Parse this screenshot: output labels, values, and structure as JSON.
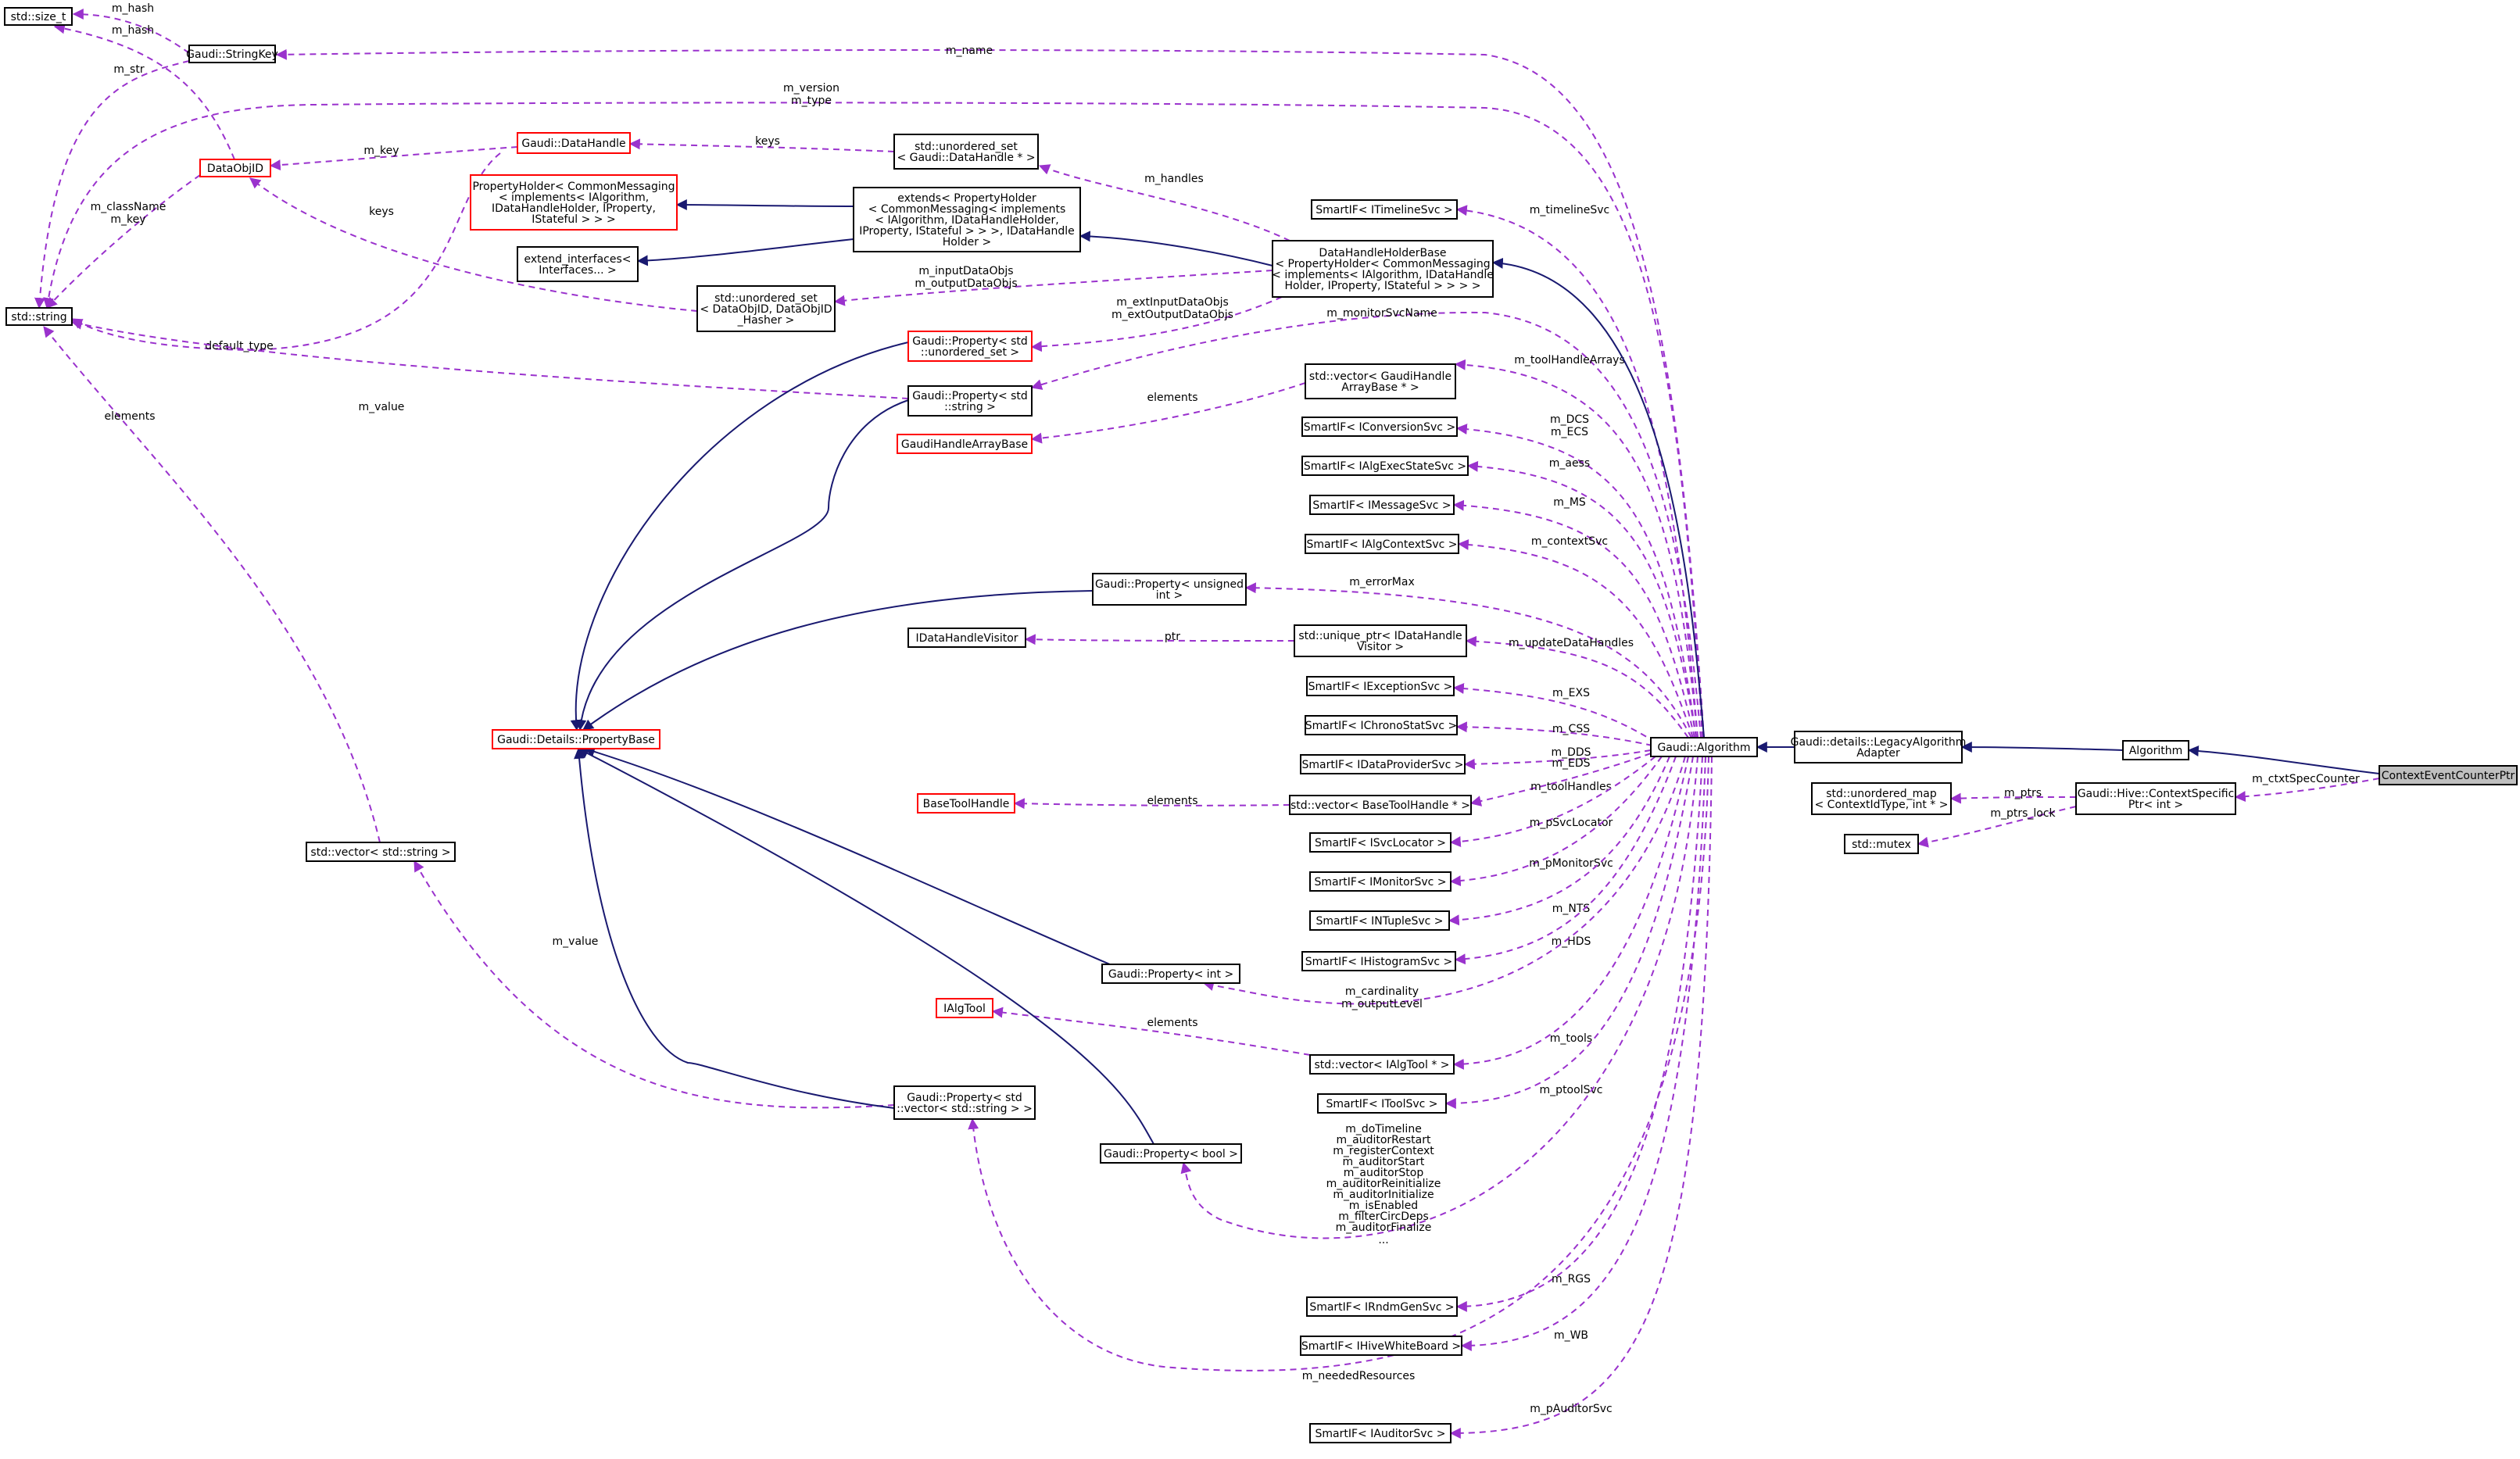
{
  "nodes": {
    "size_t": {
      "lines": [
        "std::size_t"
      ],
      "red": false
    },
    "stringkey": {
      "lines": [
        "Gaudi::StringKey"
      ],
      "red": false
    },
    "dataobjid": {
      "lines": [
        "DataObjID"
      ],
      "red": true
    },
    "string": {
      "lines": [
        "std::string"
      ],
      "red": false
    },
    "datahandle": {
      "lines": [
        "Gaudi::DataHandle"
      ],
      "red": true
    },
    "uset_dh": {
      "lines": [
        "std::unordered_set",
        "< Gaudi::DataHandle * >"
      ],
      "red": false
    },
    "propholder": {
      "lines": [
        "PropertyHolder< CommonMessaging",
        "< implements< IAlgorithm,",
        "IDataHandleHolder, IProperty,",
        "IStateful > > >"
      ],
      "red": true
    },
    "extends": {
      "lines": [
        "extends< PropertyHolder",
        "< CommonMessaging< implements",
        "< IAlgorithm, IDataHandleHolder,",
        "IProperty, IStateful > > >, IDataHandle",
        "Holder >"
      ],
      "red": false
    },
    "extend_if": {
      "lines": [
        "extend_interfaces<",
        "Interfaces... >"
      ],
      "red": false
    },
    "uset_doid": {
      "lines": [
        "std::unordered_set",
        "< DataObjID, DataObjID",
        "_Hasher >"
      ],
      "red": false
    },
    "prop_uset": {
      "lines": [
        "Gaudi::Property< std",
        "::unordered_set >"
      ],
      "red": true
    },
    "prop_string": {
      "lines": [
        "Gaudi::Property< std",
        "::string >"
      ],
      "red": false
    },
    "gha_base": {
      "lines": [
        "GaudiHandleArrayBase"
      ],
      "red": true
    },
    "prop_uint": {
      "lines": [
        "Gaudi::Property< unsigned",
        "int >"
      ],
      "red": false
    },
    "idh_visitor": {
      "lines": [
        "IDataHandleVisitor"
      ],
      "red": false
    },
    "propbase": {
      "lines": [
        "Gaudi::Details::PropertyBase"
      ],
      "red": true
    },
    "basetoolhandle": {
      "lines": [
        "BaseToolHandle"
      ],
      "red": true
    },
    "vec_string": {
      "lines": [
        "std::vector< std::string >"
      ],
      "red": false
    },
    "ialgtool": {
      "lines": [
        "IAlgTool"
      ],
      "red": true
    },
    "prop_int": {
      "lines": [
        "Gaudi::Property< int >"
      ],
      "red": false
    },
    "prop_vecstr": {
      "lines": [
        "Gaudi::Property< std",
        "::vector< std::string > >"
      ],
      "red": false
    },
    "prop_bool": {
      "lines": [
        "Gaudi::Property< bool >"
      ],
      "red": false
    },
    "dhhb": {
      "lines": [
        "DataHandleHolderBase",
        "< PropertyHolder< CommonMessaging",
        "< implements< IAlgorithm, IDataHandle",
        "Holder, IProperty, IStateful > > > >"
      ],
      "red": false
    },
    "sif_timeline": {
      "lines": [
        "SmartIF< ITimelineSvc >"
      ],
      "red": false
    },
    "vec_gha": {
      "lines": [
        "std::vector< GaudiHandle",
        "ArrayBase * >"
      ],
      "red": false
    },
    "sif_conv": {
      "lines": [
        "SmartIF< IConversionSvc >"
      ],
      "red": false
    },
    "sif_aess": {
      "lines": [
        "SmartIF< IAlgExecStateSvc >"
      ],
      "red": false
    },
    "sif_msg": {
      "lines": [
        "SmartIF< IMessageSvc >"
      ],
      "red": false
    },
    "sif_algctx": {
      "lines": [
        "SmartIF< IAlgContextSvc >"
      ],
      "red": false
    },
    "uptr_visitor": {
      "lines": [
        "std::unique_ptr< IDataHandle",
        "Visitor >"
      ],
      "red": false
    },
    "sif_exc": {
      "lines": [
        "SmartIF< IExceptionSvc >"
      ],
      "red": false
    },
    "sif_chrono": {
      "lines": [
        "SmartIF< IChronoStatSvc >"
      ],
      "red": false
    },
    "sif_dp": {
      "lines": [
        "SmartIF< IDataProviderSvc >"
      ],
      "red": false
    },
    "vec_bth": {
      "lines": [
        "std::vector< BaseToolHandle * >"
      ],
      "red": false
    },
    "sif_svcloc": {
      "lines": [
        "SmartIF< ISvcLocator >"
      ],
      "red": false
    },
    "sif_mon": {
      "lines": [
        "SmartIF< IMonitorSvc >"
      ],
      "red": false
    },
    "sif_ntuple": {
      "lines": [
        "SmartIF< INTupleSvc >"
      ],
      "red": false
    },
    "sif_hist": {
      "lines": [
        "SmartIF< IHistogramSvc >"
      ],
      "red": false
    },
    "vec_ialgtool": {
      "lines": [
        "std::vector< IAlgTool * >"
      ],
      "red": false
    },
    "sif_toolsvc": {
      "lines": [
        "SmartIF< IToolSvc >"
      ],
      "red": false
    },
    "sif_rndm": {
      "lines": [
        "SmartIF< IRndmGenSvc >"
      ],
      "red": false
    },
    "sif_wb": {
      "lines": [
        "SmartIF< IHiveWhiteBoard >"
      ],
      "red": false
    },
    "sif_auditor": {
      "lines": [
        "SmartIF< IAuditorSvc >"
      ],
      "red": false
    },
    "gaudi_alg": {
      "lines": [
        "Gaudi::Algorithm"
      ],
      "red": false
    },
    "legacy": {
      "lines": [
        "Gaudi::details::LegacyAlgorithm",
        "Adapter"
      ],
      "red": false
    },
    "algorithm": {
      "lines": [
        "Algorithm"
      ],
      "red": false
    },
    "umap": {
      "lines": [
        "std::unordered_map",
        "< ContextIdType, int * >"
      ],
      "red": false
    },
    "mutex": {
      "lines": [
        "std::mutex"
      ],
      "red": false
    },
    "ctxspec": {
      "lines": [
        "Gaudi::Hive::ContextSpecific",
        "Ptr< int >"
      ],
      "red": false
    },
    "target": {
      "lines": [
        "ContextEventCounterPtr"
      ],
      "red": false
    }
  },
  "edges": [
    {
      "id": "e-hash1",
      "type": "use",
      "labels": [
        "m_hash"
      ]
    },
    {
      "id": "e-hash2",
      "type": "use",
      "labels": [
        "m_hash"
      ]
    },
    {
      "id": "e-str",
      "type": "use",
      "labels": [
        "m_str"
      ]
    },
    {
      "id": "e-name",
      "type": "use",
      "labels": [
        "m_name"
      ]
    },
    {
      "id": "e-version",
      "type": "use",
      "labels": [
        "m_version",
        "m_type"
      ]
    },
    {
      "id": "e-classname",
      "type": "use",
      "labels": [
        "m_className",
        "m_key"
      ]
    },
    {
      "id": "e-mkey",
      "type": "use",
      "labels": [
        "m_key"
      ]
    },
    {
      "id": "e-keys1",
      "type": "use",
      "labels": [
        "keys"
      ]
    },
    {
      "id": "e-keys2",
      "type": "use",
      "labels": [
        "keys"
      ]
    },
    {
      "id": "e-default",
      "type": "use",
      "labels": [
        "default_type"
      ]
    },
    {
      "id": "e-mvalue1",
      "type": "use",
      "labels": [
        "m_value"
      ]
    },
    {
      "id": "e-elem-str",
      "type": "use",
      "labels": [
        "elements"
      ]
    },
    {
      "id": "e-handles",
      "type": "use",
      "labels": [
        "m_handles"
      ]
    },
    {
      "id": "e-inout",
      "type": "use",
      "labels": [
        "m_inputDataObjs",
        "m_outputDataObjs"
      ]
    },
    {
      "id": "e-extinout",
      "type": "use",
      "labels": [
        "m_extInputDataObjs",
        "m_extOutputDataObjs"
      ]
    },
    {
      "id": "e-monsvcname",
      "type": "use",
      "labels": [
        "m_monitorSvcName"
      ]
    },
    {
      "id": "e-elem-gha",
      "type": "use",
      "labels": [
        "elements"
      ]
    },
    {
      "id": "e-ptr",
      "type": "use",
      "labels": [
        "ptr"
      ]
    },
    {
      "id": "e-elem-bth",
      "type": "use",
      "labels": [
        "elements"
      ]
    },
    {
      "id": "e-elem-ialgtool",
      "type": "use",
      "labels": [
        "elements"
      ]
    },
    {
      "id": "e-mvalue2",
      "type": "use",
      "labels": [
        "m_value"
      ]
    },
    {
      "id": "e-timeline",
      "type": "use",
      "labels": [
        "m_timelineSvc"
      ]
    },
    {
      "id": "e-toolha",
      "type": "use",
      "labels": [
        "m_toolHandleArrays"
      ]
    },
    {
      "id": "e-dcs",
      "type": "use",
      "labels": [
        "m_DCS",
        "m_ECS"
      ]
    },
    {
      "id": "e-aess",
      "type": "use",
      "labels": [
        "m_aess"
      ]
    },
    {
      "id": "e-ms",
      "type": "use",
      "labels": [
        "m_MS"
      ]
    },
    {
      "id": "e-ctxsvc",
      "type": "use",
      "labels": [
        "m_contextSvc"
      ]
    },
    {
      "id": "e-errmax",
      "type": "use",
      "labels": [
        "m_errorMax"
      ]
    },
    {
      "id": "e-update",
      "type": "use",
      "labels": [
        "m_updateDataHandles"
      ]
    },
    {
      "id": "e-exs",
      "type": "use",
      "labels": [
        "m_EXS"
      ]
    },
    {
      "id": "e-css",
      "type": "use",
      "labels": [
        "m_CSS"
      ]
    },
    {
      "id": "e-dds",
      "type": "use",
      "labels": [
        "m_DDS",
        "m_EDS"
      ]
    },
    {
      "id": "e-toolh",
      "type": "use",
      "labels": [
        "m_toolHandles"
      ]
    },
    {
      "id": "e-psvcloc",
      "type": "use",
      "labels": [
        "m_pSvcLocator"
      ]
    },
    {
      "id": "e-pmon",
      "type": "use",
      "labels": [
        "m_pMonitorSvc"
      ]
    },
    {
      "id": "e-nts",
      "type": "use",
      "labels": [
        "m_NTS"
      ]
    },
    {
      "id": "e-hds",
      "type": "use",
      "labels": [
        "m_HDS"
      ]
    },
    {
      "id": "e-card",
      "type": "use",
      "labels": [
        "m_cardinality",
        "m_outputLevel"
      ]
    },
    {
      "id": "e-tools",
      "type": "use",
      "labels": [
        "m_tools"
      ]
    },
    {
      "id": "e-ptoolsvc",
      "type": "use",
      "labels": [
        "m_ptoolSvc"
      ]
    },
    {
      "id": "e-bools",
      "type": "use",
      "labels": [
        "m_doTimeline",
        "m_auditorRestart",
        "m_registerContext",
        "m_auditorStart",
        "m_auditorStop",
        "m_auditorReinitialize",
        "m_auditorInitialize",
        "m_isEnabled",
        "m_filterCircDeps",
        "m_auditorFinalize",
        "..."
      ]
    },
    {
      "id": "e-rgs",
      "type": "use",
      "labels": [
        "m_RGS"
      ]
    },
    {
      "id": "e-wb",
      "type": "use",
      "labels": [
        "m_WB"
      ]
    },
    {
      "id": "e-needed",
      "type": "use",
      "labels": [
        "m_neededResources"
      ]
    },
    {
      "id": "e-pauditor",
      "type": "use",
      "labels": [
        "m_pAuditorSvc"
      ]
    },
    {
      "id": "e-ptrs",
      "type": "use",
      "labels": [
        "m_ptrs"
      ]
    },
    {
      "id": "e-ptrslock",
      "type": "use",
      "labels": [
        "m_ptrs_lock"
      ]
    },
    {
      "id": "e-ctxcounter",
      "type": "use",
      "labels": [
        "m_ctxtSpecCounter"
      ]
    },
    {
      "id": "i-propholder",
      "type": "inh",
      "labels": []
    },
    {
      "id": "i-extendif",
      "type": "inh",
      "labels": []
    },
    {
      "id": "i-extends",
      "type": "inh",
      "labels": []
    },
    {
      "id": "i-dhhb",
      "type": "inh",
      "labels": []
    },
    {
      "id": "i-prop-uset",
      "type": "inh",
      "labels": []
    },
    {
      "id": "i-prop-string",
      "type": "inh",
      "labels": []
    },
    {
      "id": "i-prop-uint",
      "type": "inh",
      "labels": []
    },
    {
      "id": "i-prop-int",
      "type": "inh",
      "labels": []
    },
    {
      "id": "i-prop-vecstr",
      "type": "inh",
      "labels": []
    },
    {
      "id": "i-prop-bool",
      "type": "inh",
      "labels": []
    },
    {
      "id": "i-gaudialg",
      "type": "inh",
      "labels": []
    },
    {
      "id": "i-legacy",
      "type": "inh",
      "labels": []
    },
    {
      "id": "i-algorithm",
      "type": "inh",
      "labels": []
    }
  ],
  "colors": {
    "inheritance": "#191970",
    "usage": "#9a32cd",
    "red_border": "#ff0000",
    "highlight_fill": "#bfbfbf"
  }
}
